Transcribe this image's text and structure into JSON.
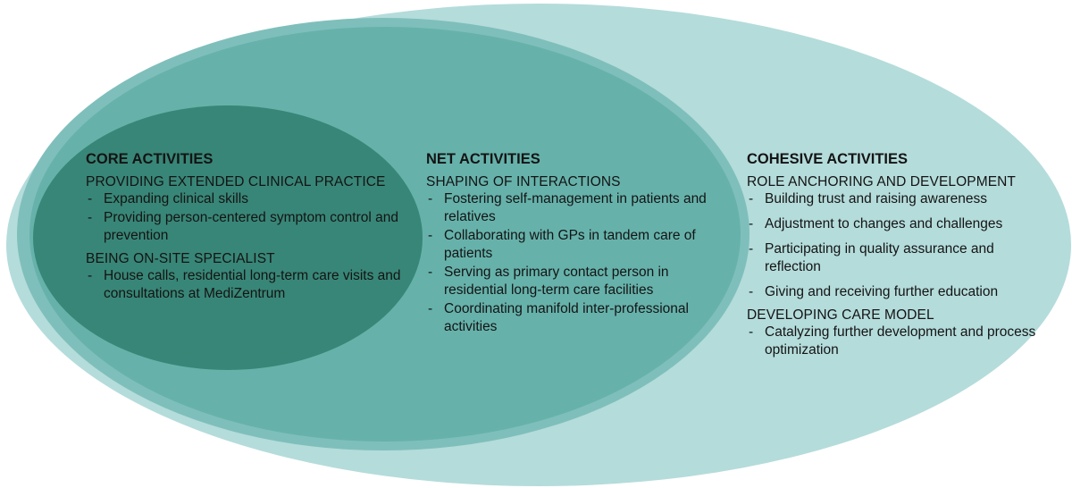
{
  "colors": {
    "outer": "#b4dcdb",
    "middle_ring": "#7fbfbb",
    "middle": "#66b2ab",
    "inner": "#388677"
  },
  "sections": {
    "core": {
      "heading": "CORE ACTIVITIES",
      "groups": [
        {
          "title": "PROVIDING EXTENDED CLINICAL PRACTICE",
          "items": [
            "Expanding clinical skills",
            "Providing person-centered symptom control and prevention"
          ]
        },
        {
          "title": "BEING ON-SITE SPECIALIST",
          "items": [
            "House calls, residential long-term care visits and consultations at MediZentrum"
          ]
        }
      ]
    },
    "net": {
      "heading": "NET ACTIVITIES",
      "groups": [
        {
          "title": "SHAPING OF INTERACTIONS",
          "items": [
            "Fostering self-management in patients and relatives",
            "Collaborating with GPs in tandem care of patients",
            "Serving as primary contact person in residential long-term care facilities",
            "Coordinating manifold inter-professional activities"
          ]
        }
      ]
    },
    "cohesive": {
      "heading": "COHESIVE ACTIVITIES",
      "groups": [
        {
          "title": "ROLE ANCHORING AND DEVELOPMENT",
          "items": [
            "Building trust and raising awareness",
            "Adjustment to changes and challenges",
            "Participating in quality assurance and reflection",
            "Giving and receiving further education"
          ]
        },
        {
          "title": "DEVELOPING CARE MODEL",
          "items": [
            "Catalyzing further development and process optimization"
          ]
        }
      ]
    }
  }
}
